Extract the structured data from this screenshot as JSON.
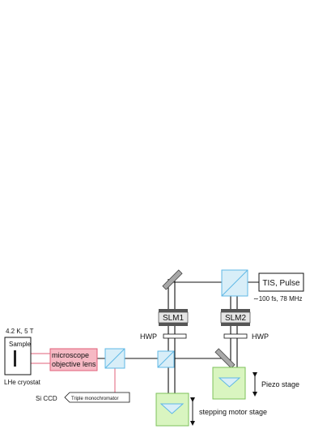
{
  "source": {
    "label": "TIS, Pulse",
    "spec": "∼100 fs, 78 MHz"
  },
  "slm1": {
    "label": "SLM1"
  },
  "slm2": {
    "label": "SLM2"
  },
  "hwp1": {
    "label": "HWP"
  },
  "hwp2": {
    "label": "HWP"
  },
  "piezo": {
    "label": "Piezo stage"
  },
  "stepping": {
    "label": "stepping motor stage"
  },
  "objective": {
    "line1": "microscope",
    "line2": "objective lens"
  },
  "cryostat": {
    "conditions": "4.2 K, 5 T",
    "sample": "Sample",
    "label": "LHe cryostat"
  },
  "detector": {
    "ccd": "Si CCD",
    "mono": "Triple monochromator"
  },
  "colors": {
    "beam": "#111111",
    "signal": "#e0607a",
    "optic_blue": "#5fb8e6",
    "stage_fill": "#d9f5c0",
    "stage_stroke": "#7dc15a",
    "objective_fill": "#f6b9c4",
    "objective_stroke": "#e0607a",
    "mirror_fill": "#a8a8a8",
    "slm_dark": "#555555",
    "slm_light": "#c8c8c8"
  }
}
